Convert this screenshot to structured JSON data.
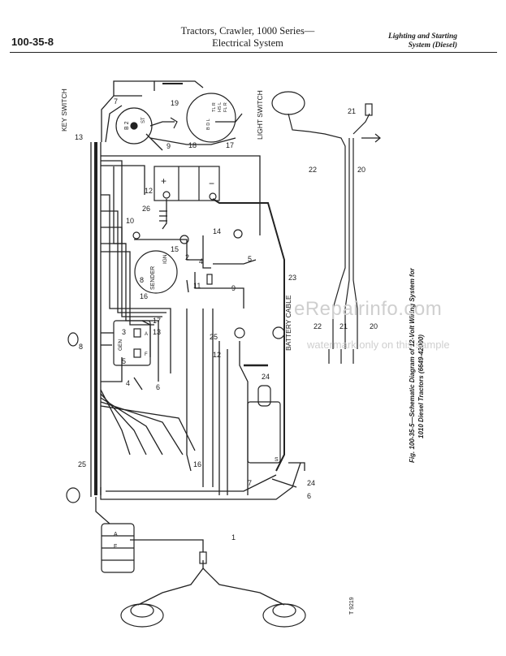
{
  "header": {
    "page_number": "100-35-8",
    "title_line1": "Tractors, Crawler, 1000 Series—",
    "title_line2": "Electrical System",
    "section_line1": "Lighting and Starting",
    "section_line2": "System (Diesel)"
  },
  "labels": {
    "key_switch": "KEY SWITCH",
    "light_switch": "LIGHT SWITCH",
    "battery_cable": "BATTERY CABLE",
    "sender": "SENDER",
    "ign": "IGN",
    "gen": "GEN",
    "plus": "+",
    "minus": "−",
    "b2": "B 2",
    "st": "ST",
    "hsl": "HS L",
    "tlr": "TL R",
    "flr": "FL R",
    "bdl": "B D L",
    "a": "A",
    "f": "F",
    "s": "S",
    "h": "H"
  },
  "wires": {
    "w1": "1",
    "w2": "2",
    "w3": "3",
    "w4": "4",
    "w5": "5",
    "w6": "6",
    "w7": "7",
    "w8": "8",
    "w9": "9",
    "w10": "10",
    "w11": "11",
    "w12": "12",
    "w13": "13",
    "w14": "14",
    "w15": "15",
    "w16": "16",
    "w17": "17",
    "w18": "18",
    "w19": "19",
    "w20": "20",
    "w21": "21",
    "w22": "22",
    "w23": "23",
    "w24": "24",
    "w25": "25",
    "w26": "26"
  },
  "caption": {
    "line1": "Fig. 100-35-5—Schematic Diagram of 12-Volt Wiring System for",
    "line2": "1010 Diesel Tractors (6649-42000)"
  },
  "figure_id": "T 9219",
  "watermark": {
    "site": "eRepairinfo.com",
    "note": "watermark only on this sample"
  }
}
